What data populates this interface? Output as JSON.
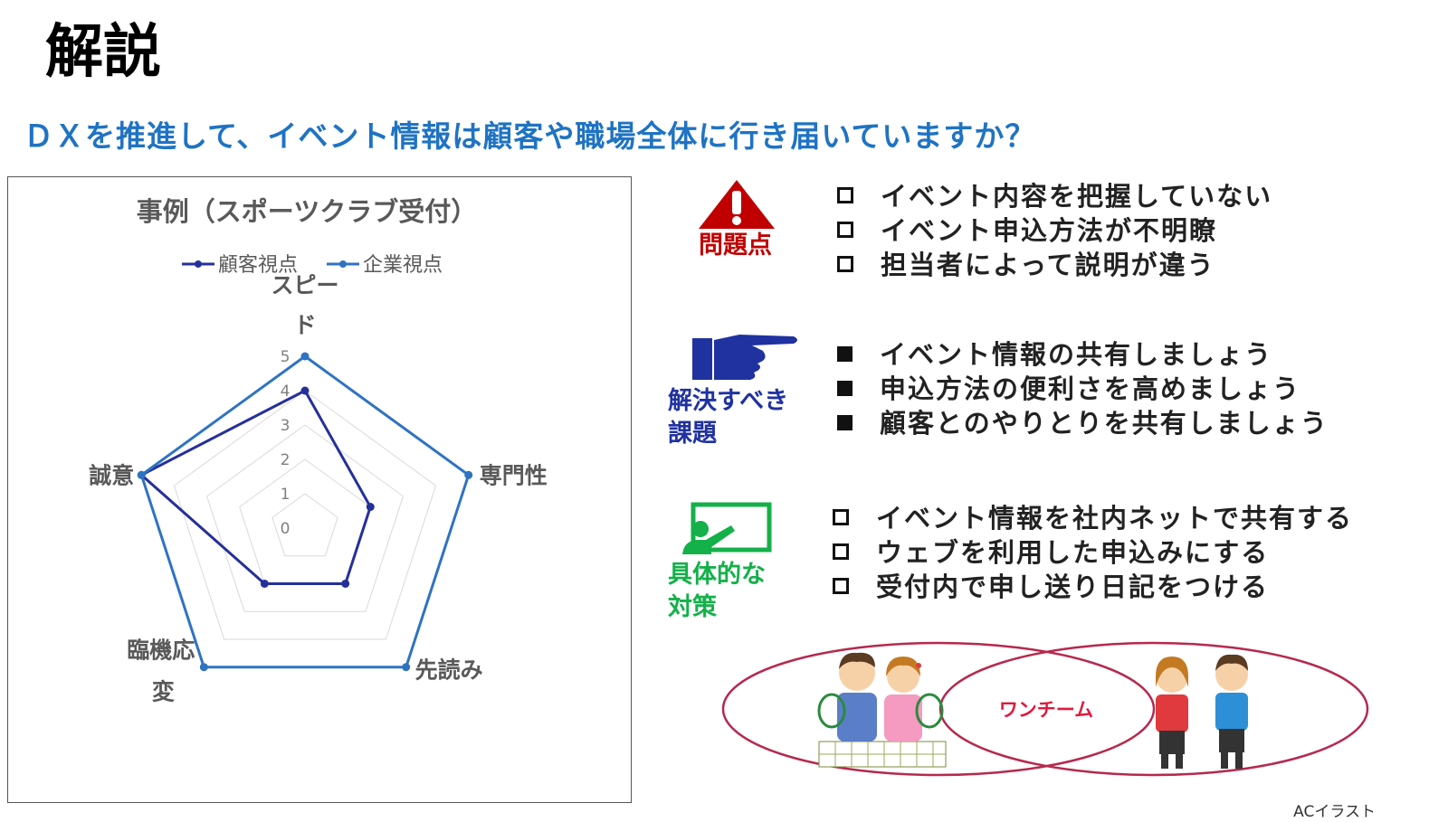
{
  "header": {
    "title": "解説",
    "subtitle": "ＤＸを推進して、イベント情報は顧客や職場全体に行き届いていますか？"
  },
  "chart_data": {
    "type": "radar",
    "title": "事例（スポーツクラブ受付）",
    "axes": [
      "スピード",
      "専門性",
      "先読み",
      "臨機応変",
      "誠意"
    ],
    "rlim": [
      0,
      5
    ],
    "ticks": [
      "0",
      "1",
      "2",
      "3",
      "4",
      "5"
    ],
    "legend_position": "top",
    "series": [
      {
        "name": "顧客視点",
        "values": [
          4,
          2,
          2,
          2,
          5
        ],
        "color": "#25309a"
      },
      {
        "name": "企業視点",
        "values": [
          5,
          5,
          5,
          5,
          5
        ],
        "color": "#2e73c2"
      }
    ]
  },
  "sections": {
    "problems": {
      "label": "問題点",
      "color": "#c00000",
      "icon": "warning-icon",
      "items": [
        "イベント内容を把握していない",
        "イベント申込方法が不明瞭",
        "担当者によって説明が違う"
      ]
    },
    "issues": {
      "label_line1": "解決すべき",
      "label_line2": "課題",
      "color": "#2032a0",
      "icon": "pointing-hand-icon",
      "items": [
        "イベント情報の共有しましょう",
        "申込方法の便利さを高めましょう",
        "顧客とのやりとりを共有しましょう"
      ]
    },
    "measures": {
      "label_line1": "具体的な",
      "label_line2": "対策",
      "color": "#14b04a",
      "icon": "presentation-icon",
      "items": [
        "イベント情報を社内ネットで共有する",
        "ウェブを利用した申込みにする",
        "受付内で申し送り日記をつける"
      ]
    }
  },
  "venn": {
    "center_label": "ワンチーム",
    "color": "#b6294e"
  },
  "credit": "ACイラスト"
}
